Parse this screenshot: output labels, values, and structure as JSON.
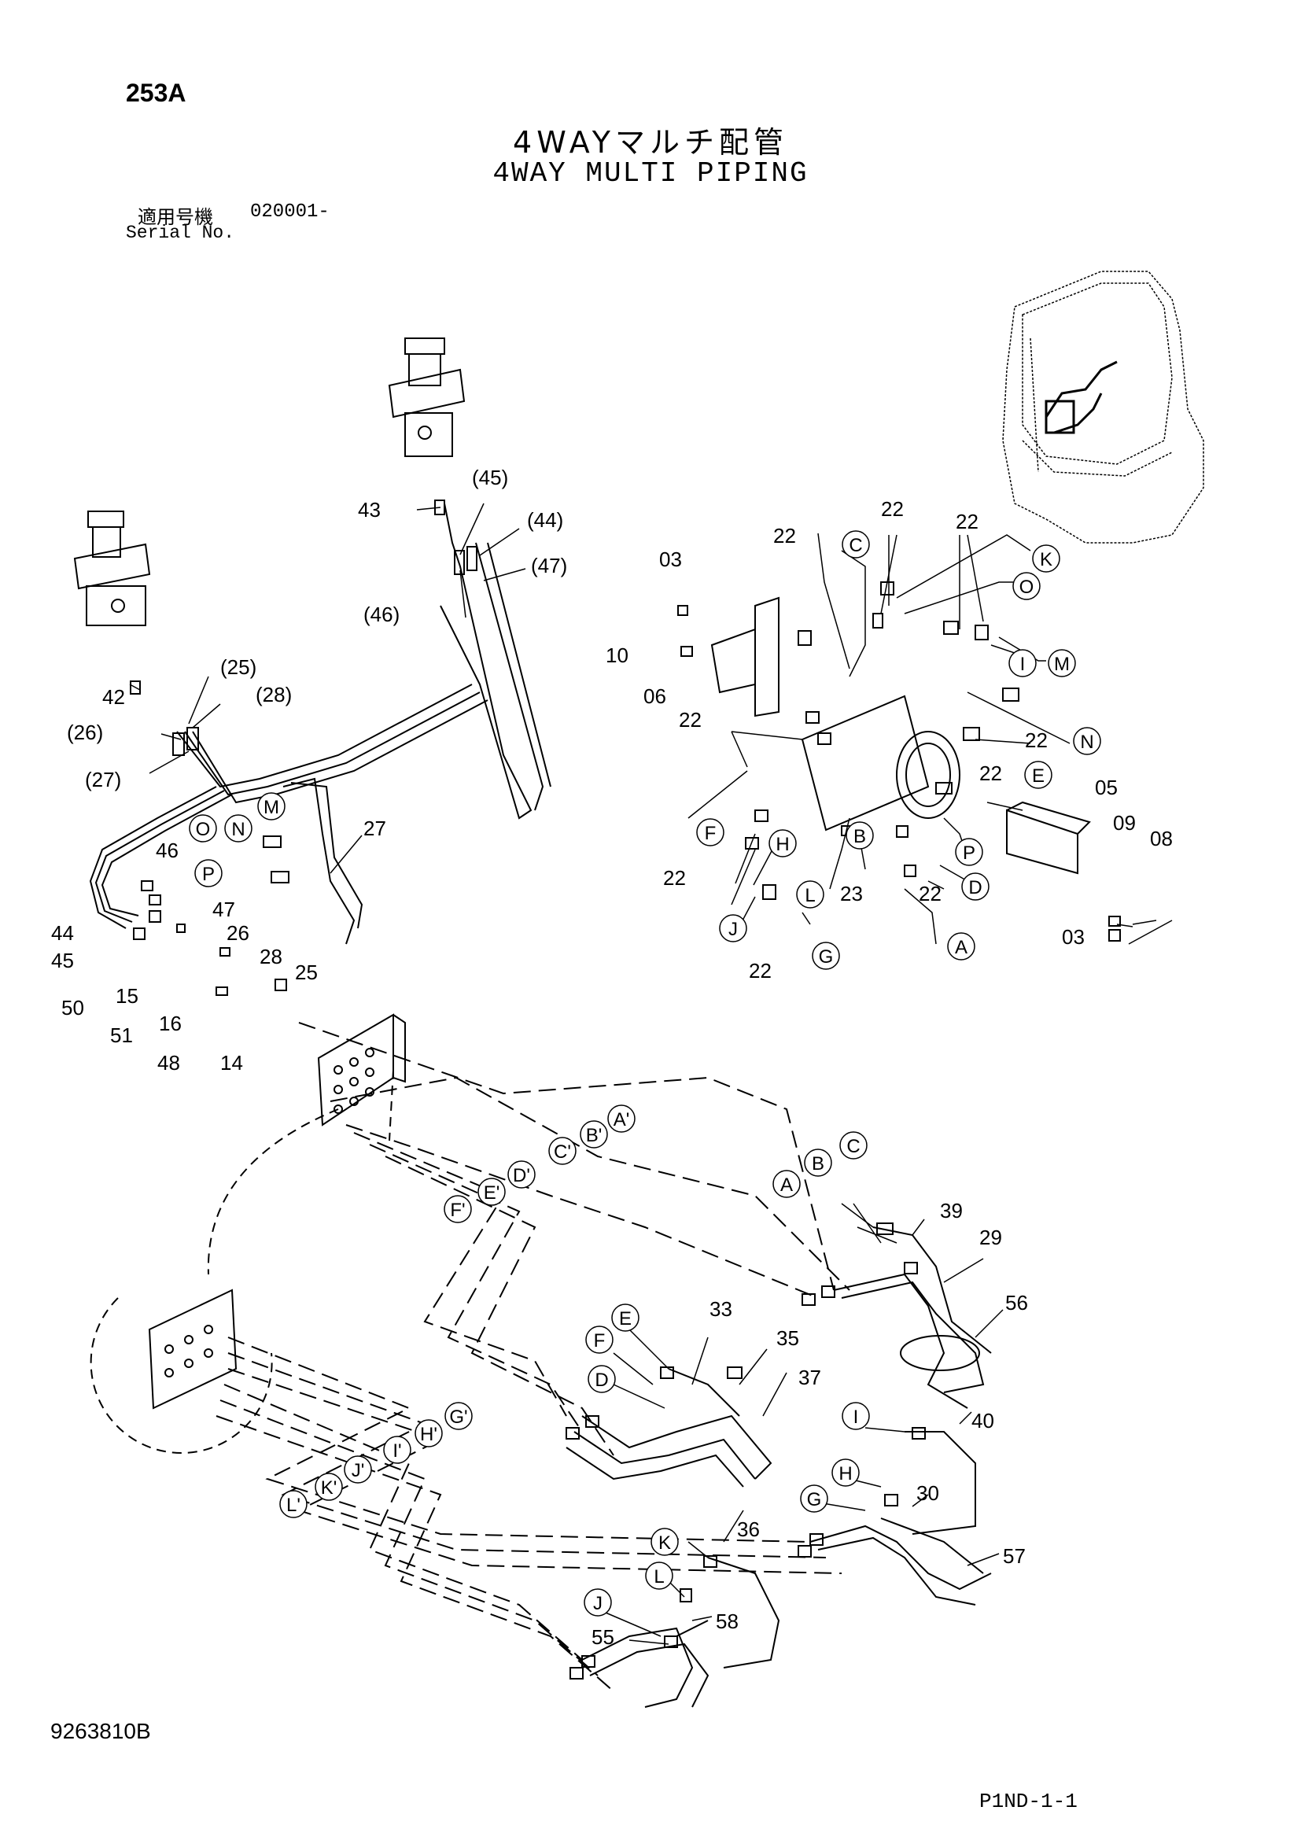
{
  "header": {
    "page_code": "253A",
    "title_jp": "4WAYマルチ配管",
    "title_en": "4WAY MULTI PIPING",
    "serial_label_jp": "適用号機",
    "serial_value": "020001-",
    "serial_label_en": "Serial No."
  },
  "footer": {
    "doc_number": "9263810B",
    "page_ref": "P1ND-1-1"
  },
  "callouts_plain": [
    {
      "id": "c43",
      "text": "43"
    },
    {
      "id": "c45p",
      "text": "(45)"
    },
    {
      "id": "c44p",
      "text": "(44)"
    },
    {
      "id": "c47p",
      "text": "(47)"
    },
    {
      "id": "c46p",
      "text": "(46)"
    },
    {
      "id": "c42",
      "text": "42"
    },
    {
      "id": "c25p",
      "text": "(25)"
    },
    {
      "id": "c28p",
      "text": "(28)"
    },
    {
      "id": "c26p",
      "text": "(26)"
    },
    {
      "id": "c27p",
      "text": "(27)"
    },
    {
      "id": "c27",
      "text": "27"
    },
    {
      "id": "c46",
      "text": "46"
    },
    {
      "id": "c47",
      "text": "47"
    },
    {
      "id": "c44",
      "text": "44"
    },
    {
      "id": "c45",
      "text": "45"
    },
    {
      "id": "c26",
      "text": "26"
    },
    {
      "id": "c28",
      "text": "28"
    },
    {
      "id": "c25",
      "text": "25"
    },
    {
      "id": "c15",
      "text": "15"
    },
    {
      "id": "c50",
      "text": "50"
    },
    {
      "id": "c16",
      "text": "16"
    },
    {
      "id": "c51",
      "text": "51"
    },
    {
      "id": "c48",
      "text": "48"
    },
    {
      "id": "c14",
      "text": "14"
    },
    {
      "id": "c03a",
      "text": "03"
    },
    {
      "id": "c10",
      "text": "10"
    },
    {
      "id": "c06",
      "text": "06"
    },
    {
      "id": "c22a",
      "text": "22"
    },
    {
      "id": "c22b",
      "text": "22"
    },
    {
      "id": "c22c",
      "text": "22"
    },
    {
      "id": "c22d",
      "text": "22"
    },
    {
      "id": "c22e",
      "text": "22"
    },
    {
      "id": "c22f",
      "text": "22"
    },
    {
      "id": "c22g",
      "text": "22"
    },
    {
      "id": "c22h",
      "text": "22"
    },
    {
      "id": "c22i",
      "text": "22"
    },
    {
      "id": "c23",
      "text": "23"
    },
    {
      "id": "c05",
      "text": "05"
    },
    {
      "id": "c09",
      "text": "09"
    },
    {
      "id": "c08",
      "text": "08"
    },
    {
      "id": "c03b",
      "text": "03"
    },
    {
      "id": "c39",
      "text": "39"
    },
    {
      "id": "c29",
      "text": "29"
    },
    {
      "id": "c56",
      "text": "56"
    },
    {
      "id": "c33",
      "text": "33"
    },
    {
      "id": "c35",
      "text": "35"
    },
    {
      "id": "c37",
      "text": "37"
    },
    {
      "id": "c40",
      "text": "40"
    },
    {
      "id": "c30",
      "text": "30"
    },
    {
      "id": "c57",
      "text": "57"
    },
    {
      "id": "c36",
      "text": "36"
    },
    {
      "id": "c58",
      "text": "58"
    },
    {
      "id": "c55",
      "text": "55"
    }
  ],
  "callouts_circled": [
    {
      "id": "k1",
      "text": "O"
    },
    {
      "id": "k2",
      "text": "N"
    },
    {
      "id": "k3",
      "text": "M"
    },
    {
      "id": "k4",
      "text": "P"
    },
    {
      "id": "k5",
      "text": "C"
    },
    {
      "id": "k6",
      "text": "K"
    },
    {
      "id": "k7",
      "text": "O"
    },
    {
      "id": "k8",
      "text": "I"
    },
    {
      "id": "k9",
      "text": "M"
    },
    {
      "id": "k10",
      "text": "N"
    },
    {
      "id": "k11",
      "text": "E"
    },
    {
      "id": "k12",
      "text": "F"
    },
    {
      "id": "k13",
      "text": "H"
    },
    {
      "id": "k14",
      "text": "B"
    },
    {
      "id": "k15",
      "text": "P"
    },
    {
      "id": "k16",
      "text": "D"
    },
    {
      "id": "k17",
      "text": "L"
    },
    {
      "id": "k18",
      "text": "J"
    },
    {
      "id": "k19",
      "text": "G"
    },
    {
      "id": "k20",
      "text": "A"
    },
    {
      "id": "k21",
      "text": "A'"
    },
    {
      "id": "k22",
      "text": "B'"
    },
    {
      "id": "k23",
      "text": "C'"
    },
    {
      "id": "k24",
      "text": "D'"
    },
    {
      "id": "k25",
      "text": "E'"
    },
    {
      "id": "k26",
      "text": "F'"
    },
    {
      "id": "k27",
      "text": "A"
    },
    {
      "id": "k28",
      "text": "B"
    },
    {
      "id": "k29",
      "text": "C"
    },
    {
      "id": "k30",
      "text": "E"
    },
    {
      "id": "k31",
      "text": "F"
    },
    {
      "id": "k32",
      "text": "D"
    },
    {
      "id": "k33",
      "text": "G'"
    },
    {
      "id": "k34",
      "text": "H'"
    },
    {
      "id": "k35",
      "text": "I'"
    },
    {
      "id": "k36",
      "text": "J'"
    },
    {
      "id": "k37",
      "text": "K'"
    },
    {
      "id": "k38",
      "text": "L'"
    },
    {
      "id": "k39",
      "text": "I"
    },
    {
      "id": "k40",
      "text": "H"
    },
    {
      "id": "k41",
      "text": "G"
    },
    {
      "id": "k42",
      "text": "K"
    },
    {
      "id": "k43",
      "text": "L"
    },
    {
      "id": "k44",
      "text": "J"
    }
  ]
}
